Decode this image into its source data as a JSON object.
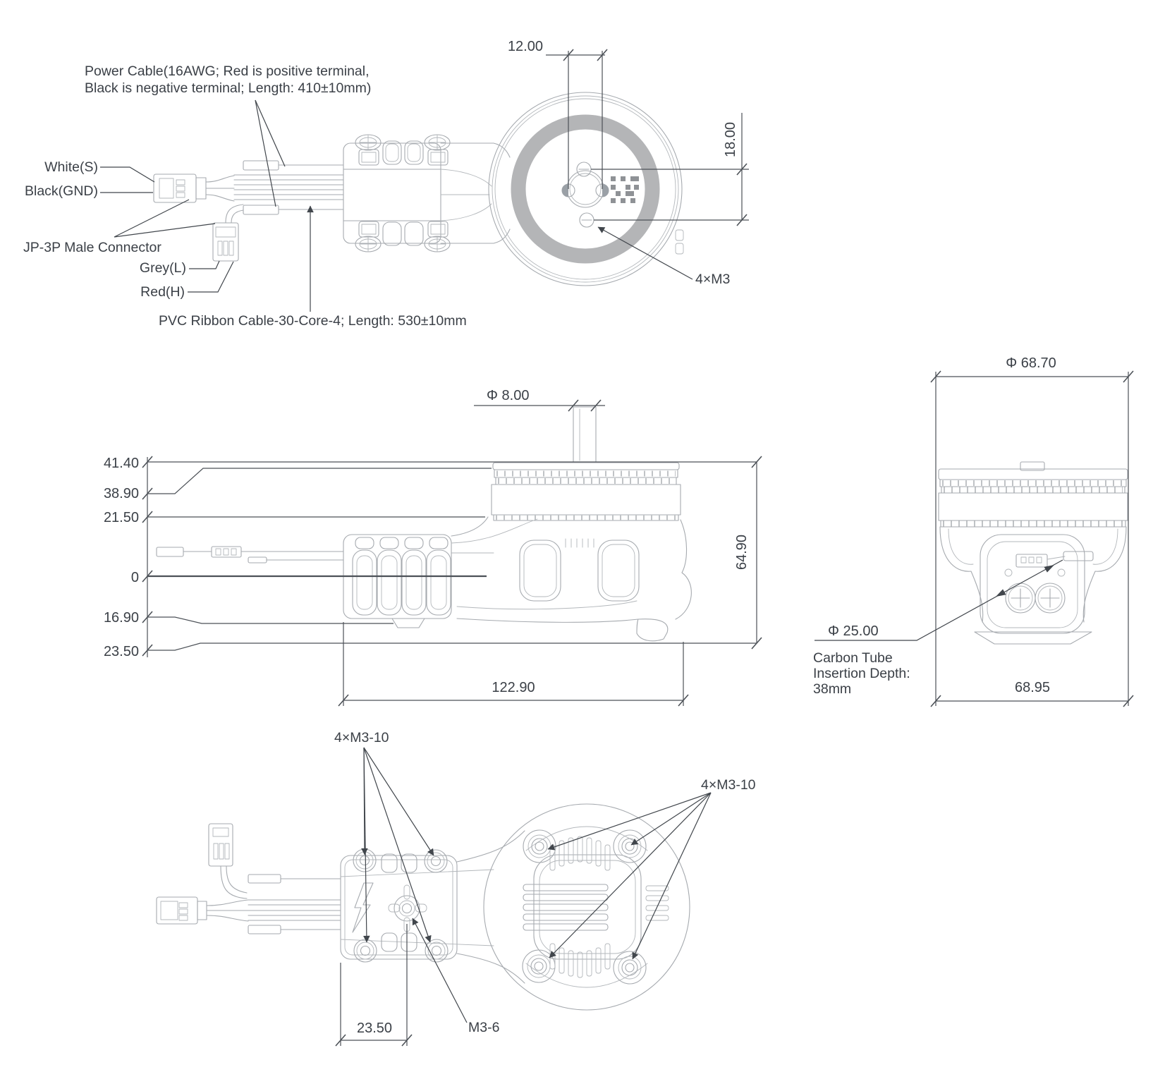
{
  "colors": {
    "background": "#ffffff",
    "part_line": "#a6aaaf",
    "dim_line": "#4c5157",
    "text": "#3b4047",
    "gray_ring": "#b4b5b7"
  },
  "top_view": {
    "power_cable_label_line1": "Power Cable(16AWG; Red is positive terminal,",
    "power_cable_label_line2": "Black is negative terminal; Length: 410±10mm)",
    "white_wire_label": "White(S)",
    "black_wire_label": "Black(GND)",
    "connector_label": "JP-3P Male Connector",
    "grey_wire_label": "Grey(L)",
    "red_wire_label": "Red(H)",
    "ribbon_cable_label": "PVC Ribbon Cable-30-Core-4; Length: 530±10mm",
    "dim_hole_spacing": "12.00",
    "dim_hole_offset": "18.00",
    "mount_hole_label": "4×M3"
  },
  "side_view": {
    "height_labels": [
      "41.40",
      "38.90",
      "21.50",
      "0",
      "16.90",
      "23.50"
    ],
    "dim_shaft_diameter": "Φ 8.00",
    "dim_overall_height": "64.90",
    "dim_overall_length": "122.90"
  },
  "front_view": {
    "dim_motor_diameter": "Φ 68.70",
    "dim_tube_diameter": "Φ 25.00",
    "carbon_note_line1": "Carbon Tube",
    "carbon_note_line2": "Insertion Depth:",
    "carbon_note_line3": "38mm",
    "dim_overall_width": "68.95"
  },
  "bottom_view": {
    "esc_screws_label": "4×M3-10",
    "motor_screws_label": "4×M3-10",
    "dim_center_screw_offset": "23.50",
    "center_screw_label": "M3-6"
  }
}
